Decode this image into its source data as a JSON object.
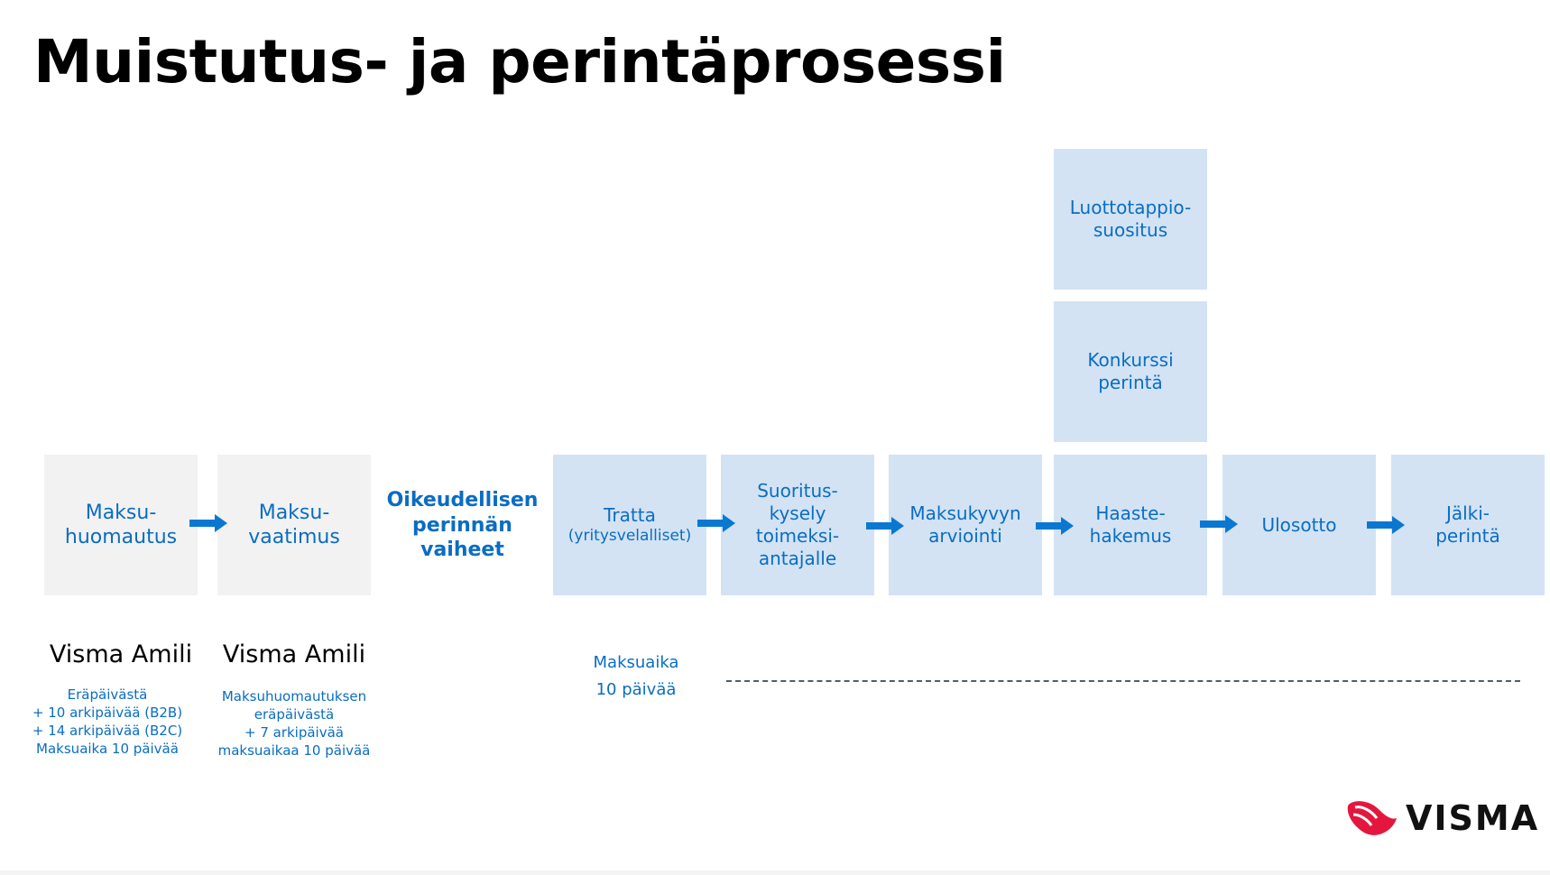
{
  "title": "Muistutus- ja perintäprosessi",
  "boxes": {
    "maksuhuomautus": "Maksu-\nhuomautus",
    "maksuvaatimus": "Maksu-\nvaatimus",
    "tratta": "Tratta",
    "tratta_sub": "(yritysvelalliset)",
    "suoritus": "Suoritus-\nkysely\ntoimeksi-\nantajalle",
    "maksukyvyn": "Maksukyvyn\narviointi",
    "haaste": "Haaste-\nhakemus",
    "ulosotto": "Ulosotto",
    "jalki": "Jälki-\nperintä",
    "konkurssi": "Konkurssi\nperintä",
    "luottotappio": "Luottotappio-\nsuositus"
  },
  "heading": "Oikeudellisen\nperinnän\nvaiheet",
  "providers": [
    "Visma Amili",
    "Visma Amili"
  ],
  "notes": {
    "maksuhuomautus": [
      "Eräpäivästä",
      "+ 10 arkipäivää (B2B)",
      "+ 14 arkipäivää (B2C)",
      "Maksuaika 10 päivää"
    ],
    "maksuvaatimus": [
      "Maksuhuomautuksen",
      "eräpäivästä",
      "+ 7 arkipäivää",
      "maksuaikaa 10 päivää"
    ],
    "tratta": [
      "Maksuaika",
      "10 päivää"
    ]
  },
  "logo": {
    "text": "VISMA",
    "color": "#e3173e"
  },
  "colors": {
    "accent": "#0a6dc2",
    "box_blue": "#d3e3f4",
    "box_grey": "#f2f2f2",
    "arrow": "#0a78d1"
  }
}
